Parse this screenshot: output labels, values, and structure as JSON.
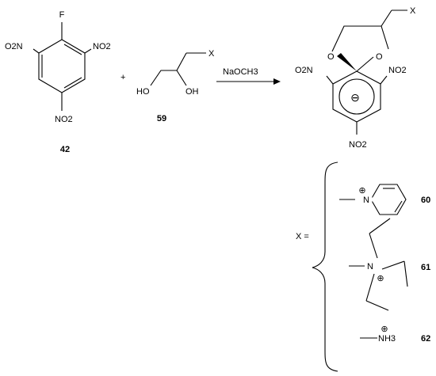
{
  "reactant_42": {
    "label": "42",
    "F": "F",
    "no2_left": "O2N",
    "no2_right": "NO2",
    "no2_bottom": "NO2"
  },
  "plus": "+",
  "reactant_59": {
    "label": "59",
    "ho_left": "HO",
    "oh_right": "OH",
    "x": "X"
  },
  "reagent": "NaOCH3",
  "product": {
    "x": "X",
    "o_left": "O",
    "o_right": "O",
    "no2_left": "O2N",
    "no2_right": "NO2",
    "no2_bottom": "NO2",
    "charge": "⊖"
  },
  "x_def": {
    "label": "X =",
    "options": [
      {
        "id": "60",
        "atom": "N",
        "charge": "⊕"
      },
      {
        "id": "61",
        "atom": "N",
        "charge": "⊕"
      },
      {
        "id": "62",
        "atom": "NH3",
        "charge": "⊕"
      }
    ]
  }
}
